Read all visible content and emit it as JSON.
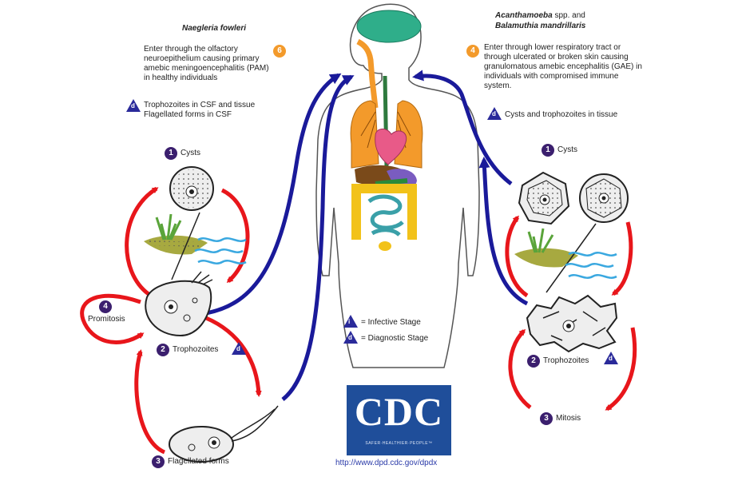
{
  "naegleria": {
    "title": "Naegleria fowleri",
    "entry_number": "6",
    "entry_text": "Enter through the olfactory neuroepithelium causing primary amebic meningoencephalitis (PAM) in healthy individuals",
    "diag_text": "Trophozoites in CSF and tissue Flagellated forms in CSF",
    "cysts_number": "1",
    "cysts_label": "Cysts",
    "promitosis_number": "4",
    "promitosis_label": "Promitosis",
    "troph_number": "2",
    "troph_label": "Trophozoites",
    "flag_number": "3",
    "flag_label": "Flagellated forms"
  },
  "acanthamoeba": {
    "title_line1": "Acanthamoeba",
    "title_line1_suffix": " spp. and",
    "title_line2": "Balamuthia mandrillaris",
    "entry_number": "4",
    "entry_text": "Enter through lower respiratory tract or through ulcerated or broken skin causing granulomatous amebic encephalitis (GAE) in individuals with compromised immune system.",
    "diag_text": "Cysts and trophozoites in tissue",
    "cysts_number": "1",
    "cysts_label": "Cysts",
    "troph_number": "2",
    "troph_label": "Trophozoites",
    "mitosis_number": "3",
    "mitosis_label": "Mitosis"
  },
  "legend": {
    "infective_symbol": "i",
    "infective_label": "= Infective Stage",
    "diagnostic_symbol": "d",
    "diagnostic_label": "= Diagnostic Stage"
  },
  "logo": {
    "text": "CDC",
    "tagline": "SAFER·HEALTHIER·PEOPLE™",
    "url": "http://www.dpd.cdc.gov/dpdx"
  },
  "colors": {
    "number_badge": "#3b1f6e",
    "entry_badge": "#f39a2b",
    "stage_triangle": "#2a2a9a",
    "arrow_red": "#e8161b",
    "arrow_blue": "#1a1a9a",
    "logo_blue": "#1f4e9a"
  },
  "icons": [
    "cyst-icon",
    "trophozoite-icon",
    "flagellate-icon",
    "plant-icon",
    "water-icon",
    "human-body-icon"
  ]
}
